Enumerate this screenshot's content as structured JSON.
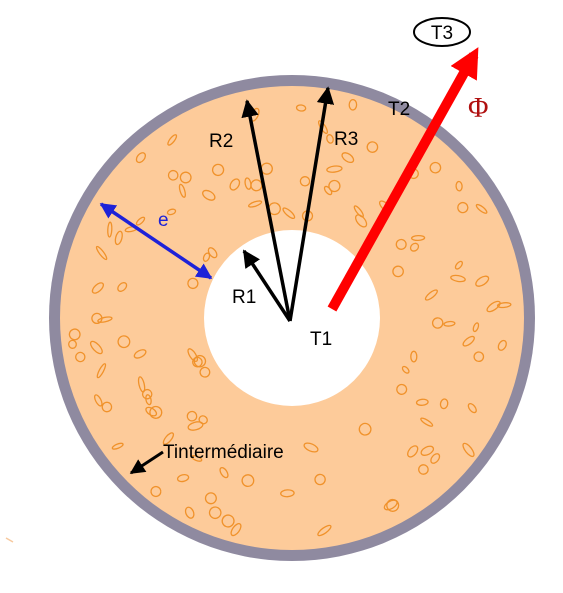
{
  "labels": {
    "t1": "T1",
    "t2": "T2",
    "t3": "T3",
    "r1": "R1",
    "r2": "R2",
    "r3": "R3",
    "thickness": "e",
    "flux": "Φ",
    "intermediate": "Tintermédiaire"
  },
  "colors": {
    "casing": "#8f8aa0",
    "insulation": "#fdcb9a",
    "particles": "#f0922b",
    "core": "#ffffff",
    "radius_arrows": "#000000",
    "thickness_arrow": "#1e22d8",
    "flux_arrow": "#ff0000",
    "flux_symbol": "#b01010"
  }
}
